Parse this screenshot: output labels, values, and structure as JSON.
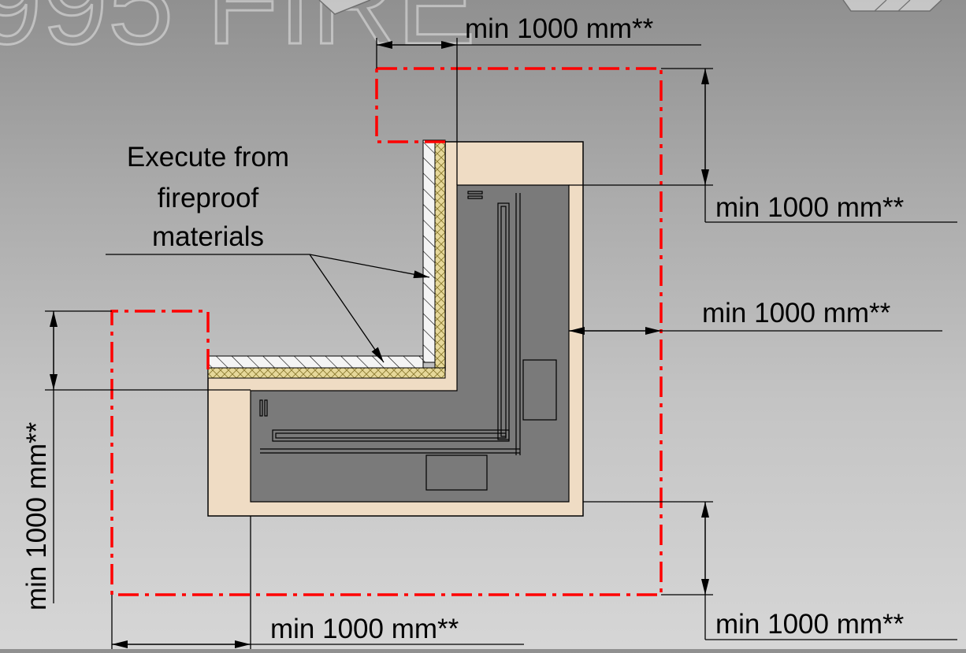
{
  "note": {
    "lines": [
      "Execute from",
      "fireproof",
      "materials"
    ]
  },
  "dimensions": {
    "top": "min 1000 mm**",
    "right_upper": "min 1000 mm**",
    "right_middle": "min 1000 mm**",
    "right_lower": "min 1000 mm**",
    "bottom": "min 1000 mm**",
    "left_vertical": "min 1000 mm**"
  },
  "colors": {
    "clearance_zone": "#ff0000",
    "hearth_insulation": "#efdcc4",
    "stove_body": "#7a7a7a",
    "fireproof_layer": "#e8dba0"
  }
}
